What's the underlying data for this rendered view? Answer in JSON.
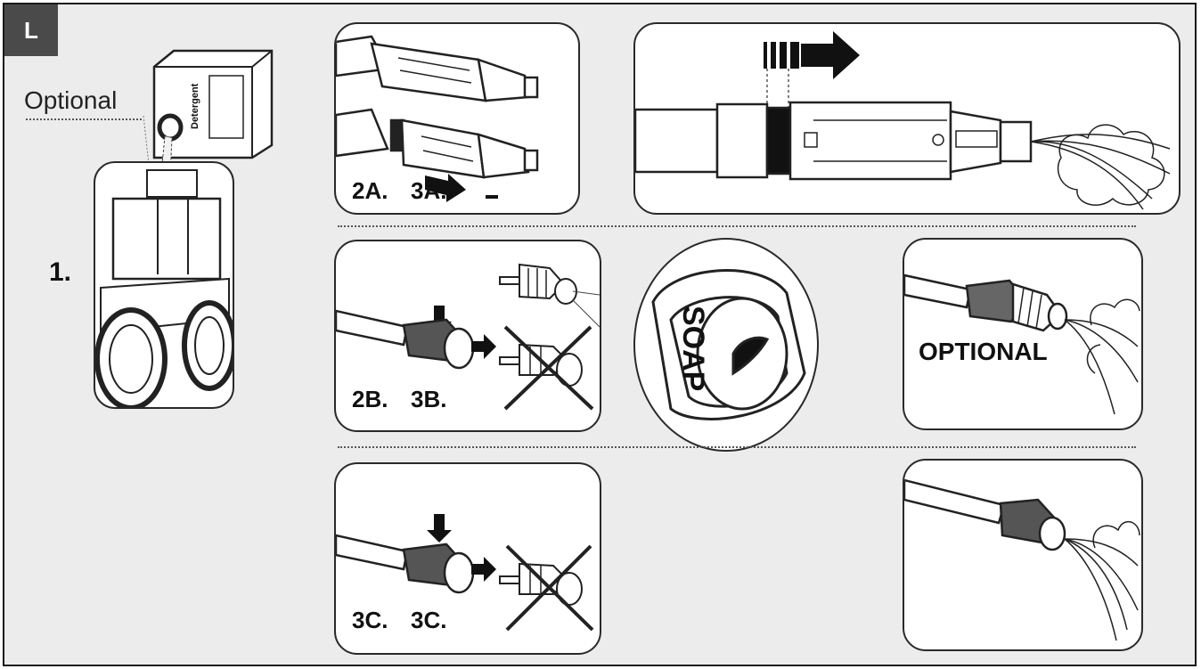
{
  "section_tag": "L",
  "step1": {
    "label": "1.",
    "optional_label": "Optional",
    "detergent_label": "Detergent"
  },
  "panel_2a": {
    "label_a": "2A.",
    "label_b": "3A."
  },
  "panel_2b": {
    "label_a": "2B.",
    "label_b": "3B.",
    "soap_text": "SOAP"
  },
  "panel_optional": {
    "label": "OPTIONAL"
  },
  "panel_3c": {
    "label_a": "3C.",
    "label_b": "3C."
  }
}
